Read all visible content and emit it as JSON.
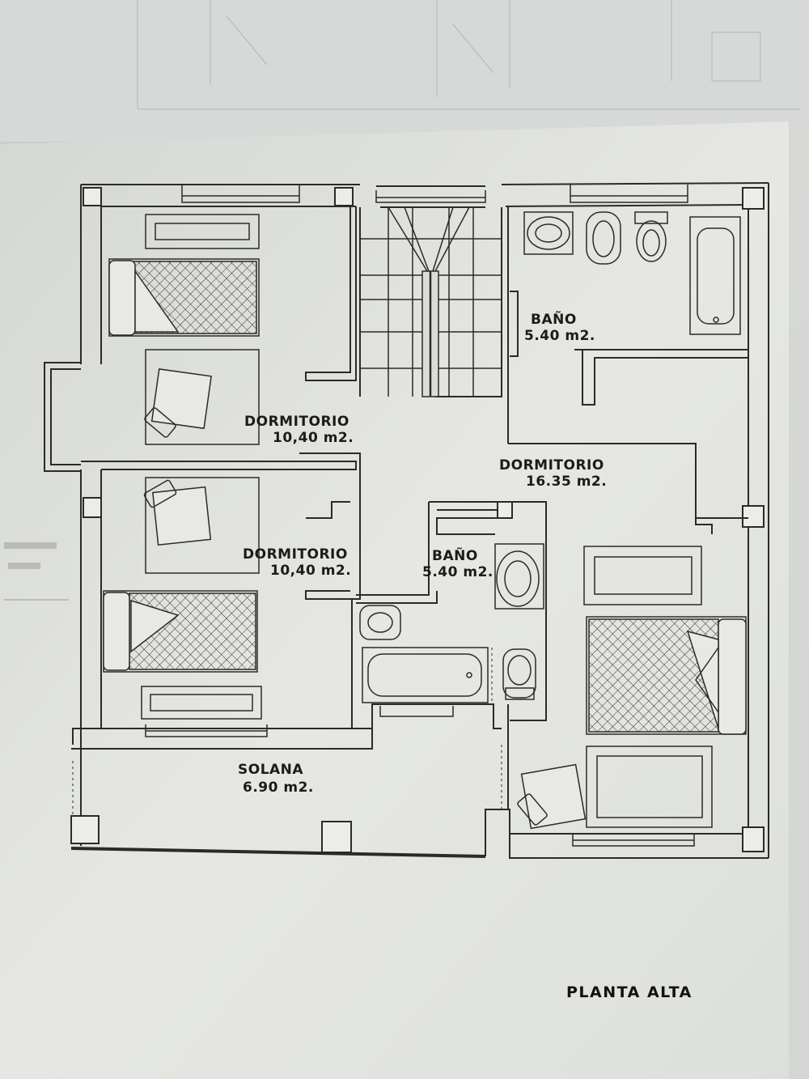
{
  "sheet_title": "PLANTA ALTA",
  "rooms": [
    {
      "name": "DORMITORIO",
      "area": "10,40 m2."
    },
    {
      "name": "BAÑO",
      "area": "5.40 m2."
    },
    {
      "name": "DORMITORIO",
      "area": "16.35 m2."
    },
    {
      "name": "DORMITORIO",
      "area": "10,40 m2."
    },
    {
      "name": "BAÑO",
      "area": "5.40 m2."
    },
    {
      "name": "SOLANA",
      "area": "6.90 m2."
    }
  ],
  "colors": {
    "paper": "#e8e9e4",
    "background_sheet": "#d9dcda",
    "line": "#2a2a2a",
    "surface": "#c9cdcd"
  }
}
